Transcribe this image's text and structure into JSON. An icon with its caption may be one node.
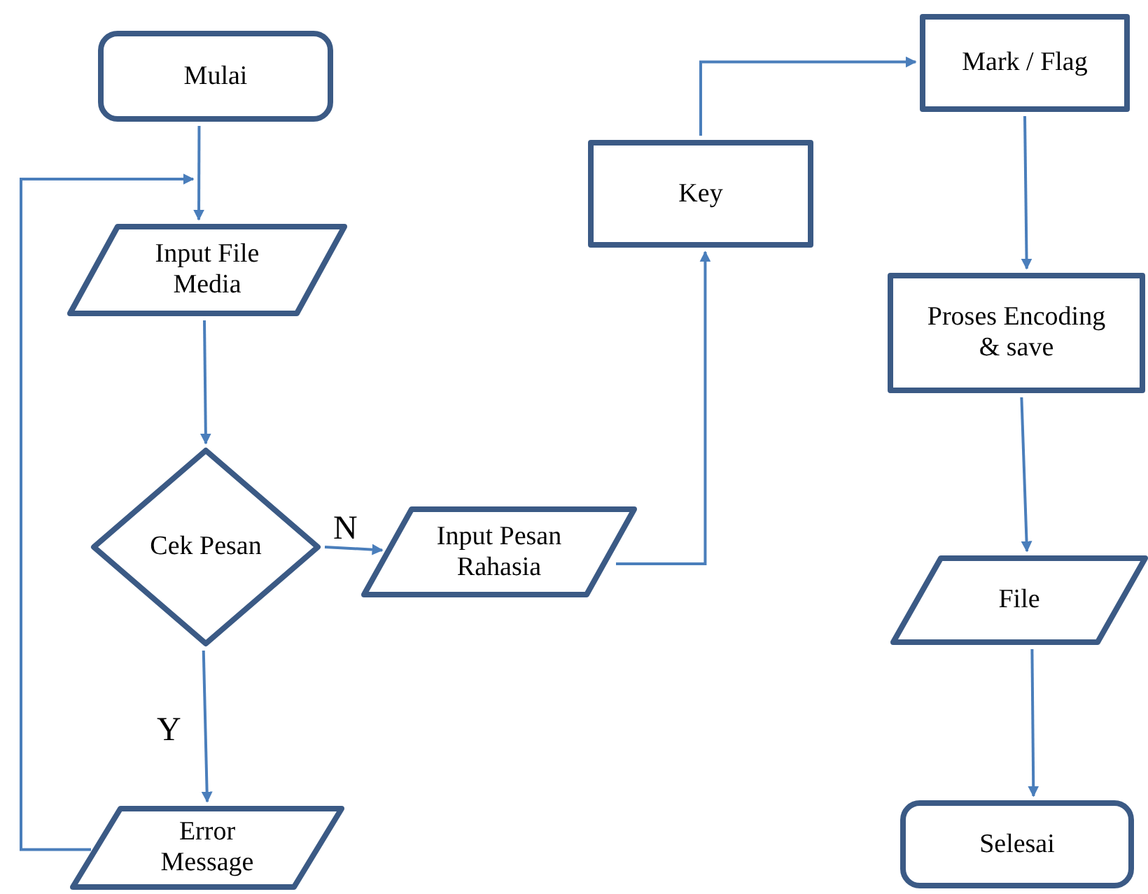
{
  "diagram": {
    "nodes": [
      {
        "text": [
          "Mulai"
        ]
      },
      {
        "text": [
          "Input File Media"
        ]
      },
      {
        "text": [
          "Cek Pesan"
        ]
      },
      {
        "text": [
          "Error Message"
        ]
      },
      {
        "text": [
          "Input Pesan Rahasia"
        ]
      },
      {
        "text": [
          "Key"
        ]
      },
      {
        "text": [
          "Mark / Flag"
        ]
      },
      {
        "text": [
          "Proses Encoding & save"
        ]
      },
      {
        "text": [
          "File"
        ]
      },
      {
        "text": [
          "Selesai"
        ]
      }
    ],
    "edges": [
      {
        "from": 0,
        "to": 1,
        "arrow": "to"
      },
      {
        "from": 1,
        "to": 2,
        "arrow": "to"
      },
      {
        "from": 2,
        "to": 3,
        "arrow": "to",
        "label": "Y"
      },
      {
        "from": 2,
        "to": 4,
        "arrow": "to",
        "label": "N"
      },
      {
        "from": 4,
        "to": 5,
        "arrow": "to"
      },
      {
        "from": 5,
        "to": 6,
        "arrow": "to"
      },
      {
        "from": 6,
        "to": 7,
        "arrow": "to"
      },
      {
        "from": 7,
        "to": 8,
        "arrow": "to"
      },
      {
        "from": 8,
        "to": 9,
        "arrow": "to"
      },
      {
        "from": 3,
        "to": 1,
        "arrow": "to"
      }
    ]
  }
}
